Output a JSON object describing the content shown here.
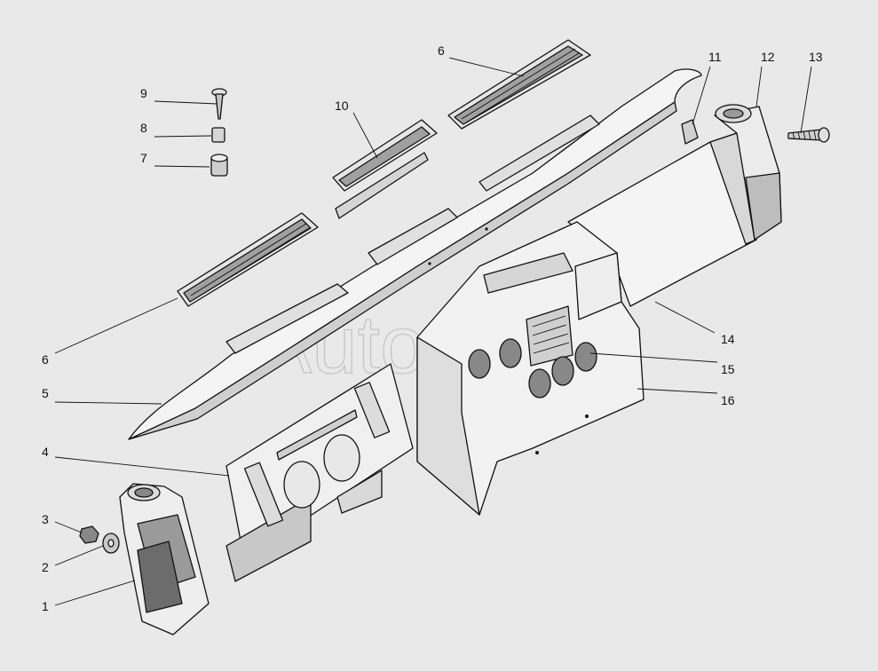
{
  "watermark": "AutoSoft",
  "callouts": [
    {
      "id": "c1",
      "text": "1"
    },
    {
      "id": "c2",
      "text": "2"
    },
    {
      "id": "c3",
      "text": "3"
    },
    {
      "id": "c4",
      "text": "4"
    },
    {
      "id": "c5",
      "text": "5"
    },
    {
      "id": "c6a",
      "text": "6"
    },
    {
      "id": "c6b",
      "text": "6"
    },
    {
      "id": "c7",
      "text": "7"
    },
    {
      "id": "c8",
      "text": "8"
    },
    {
      "id": "c9",
      "text": "9"
    },
    {
      "id": "c10",
      "text": "10"
    },
    {
      "id": "c11",
      "text": "11"
    },
    {
      "id": "c12",
      "text": "12"
    },
    {
      "id": "c13",
      "text": "13"
    },
    {
      "id": "c14",
      "text": "14"
    },
    {
      "id": "c15",
      "text": "15"
    },
    {
      "id": "c16",
      "text": "16"
    }
  ],
  "colors": {
    "paper": "#e9e9e9",
    "line": "#111111",
    "part_fill": "#f3f3f3",
    "shade": "#cfcfcf",
    "dark": "#555555"
  }
}
